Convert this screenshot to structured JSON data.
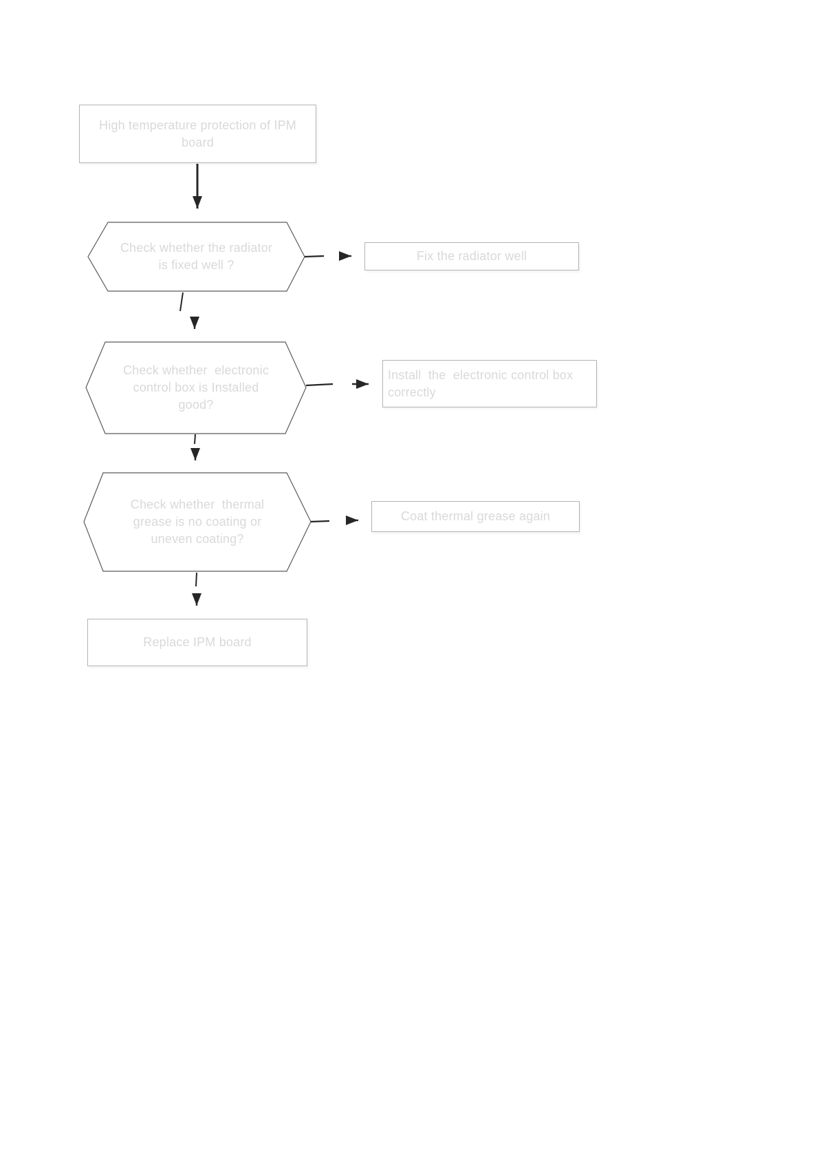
{
  "colors": {
    "node_border": "#b3b3b3",
    "hexagon_border": "#5a5a5a",
    "text": "#d9d9d9",
    "arrow": "#262626",
    "node_bg": "#ffffff",
    "page_bg": "#ffffff"
  },
  "flowchart": {
    "start": {
      "lines": [
        "High temperature protection of IPM",
        "board"
      ]
    },
    "decision1": {
      "lines": [
        "Check whether the radiator",
        "is fixed well ?"
      ]
    },
    "action1": {
      "lines": [
        "Fix the radiator well"
      ]
    },
    "decision2": {
      "lines": [
        "Check whether  electronic",
        "control box is Installed",
        "good?"
      ]
    },
    "action2": {
      "lines": [
        "Install  the  electronic control box",
        "correctly"
      ]
    },
    "decision3": {
      "lines": [
        "Check whether  thermal",
        "grease is no coating or",
        "uneven coating?"
      ]
    },
    "action3": {
      "lines": [
        "Coat thermal grease again"
      ]
    },
    "end": {
      "lines": [
        "Replace IPM board"
      ]
    }
  }
}
